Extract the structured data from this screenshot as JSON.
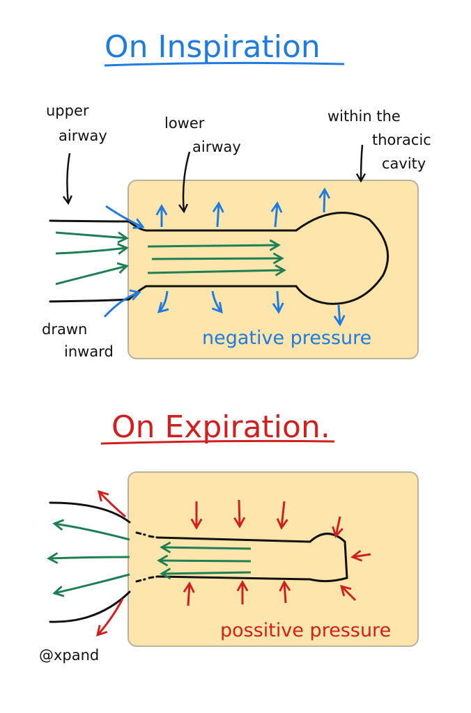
{
  "colors": {
    "blue": "#1f7be0",
    "red": "#d11f1f",
    "green": "#1f7f54",
    "outline": "#111111",
    "cavity_fill": "#fde5ab",
    "cavity_stroke": "#b9b2a0"
  },
  "inspiration": {
    "title": "On Inspiration",
    "label_upper_line1": "upper",
    "label_upper_line2": "airway",
    "label_lower_line1": "lower",
    "label_lower_line2": "airway",
    "label_thoracic_line1": "within the",
    "label_thoracic_line2": "thoracic",
    "label_thoracic_line3": "cavity",
    "label_drawn_line1": "drawn",
    "label_drawn_line2": "inward",
    "pressure_label": "negative pressure"
  },
  "expiration": {
    "title": "On Expiration.",
    "label_expand": "@xpand",
    "pressure_label": "possitive pressure"
  }
}
